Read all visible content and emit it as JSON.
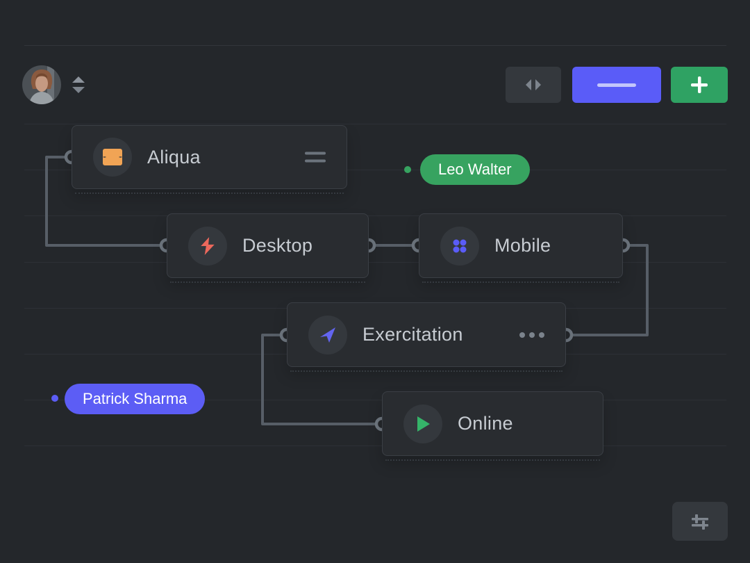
{
  "header": {
    "avatar": {
      "name": "user-avatar"
    },
    "sort_icon": "up-down-sort-icon",
    "buttons": [
      {
        "name": "swap-button",
        "icon": "left-right-arrows-icon",
        "bg": "#34383d"
      },
      {
        "name": "primary-action-button",
        "icon": "dash-icon",
        "bg": "#5a5cf8"
      },
      {
        "name": "add-button",
        "icon": "plus-icon",
        "bg": "#2fa263"
      }
    ]
  },
  "nodes": [
    {
      "label": "Aliqua",
      "icon": "ticket-icon",
      "icon_color": "#f1a455",
      "menu": "hamburger-icon"
    },
    {
      "label": "Desktop",
      "icon": "lightning-icon",
      "icon_color": "#ec685c",
      "menu": null
    },
    {
      "label": "Mobile",
      "icon": "dots-grid-icon",
      "icon_color": "#5a5cf8",
      "menu": null
    },
    {
      "label": "Exercitation",
      "icon": "send-arrow-icon",
      "icon_color": "#6365f1",
      "menu": "ellipsis-icon"
    },
    {
      "label": "Online",
      "icon": "play-icon",
      "icon_color": "#35b469",
      "menu": null
    }
  ],
  "edges": [
    {
      "from": "Aliqua",
      "to": "Desktop"
    },
    {
      "from": "Desktop",
      "to": "Mobile"
    },
    {
      "from": "Mobile",
      "to": "Exercitation"
    },
    {
      "from": "Exercitation",
      "to": "Online"
    }
  ],
  "badges": [
    {
      "label": "Leo Walter",
      "color": "#37a360"
    },
    {
      "label": "Patrick Sharma",
      "color": "#5c5df5"
    }
  ],
  "footer": {
    "settings_button_icon": "sliders-icon"
  },
  "colors": {
    "background": "#24272b",
    "gridline": "#2d3036",
    "node_fill": "#292c30",
    "node_border": "#3b3f45",
    "node_text": "#c7ccd2",
    "wire": "#575e67",
    "port_ring": "#6e767f",
    "green": "#37a360",
    "purple": "#5c5df5",
    "orange": "#f1a455",
    "coral": "#ec685c"
  }
}
